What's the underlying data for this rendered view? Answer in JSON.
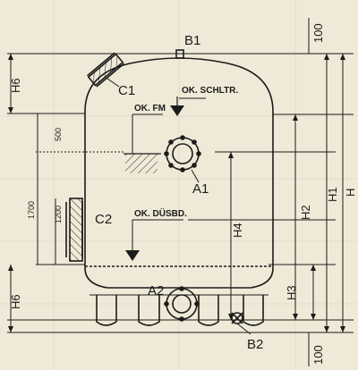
{
  "labels": {
    "b1": "B1",
    "b2": "B2",
    "c1": "C1",
    "c2": "C2",
    "a1": "A1",
    "a2": "A2",
    "ok_schltr": "OK. SCHLTR.",
    "ok_fm": "OK. FM",
    "ok_dusbd": "OK. DÜSBD."
  },
  "dimensions": {
    "h6_top": "H6",
    "h6_bottom": "H6",
    "d500": "500",
    "d1700": "1700",
    "d1200": "1200",
    "h4": "H4",
    "h2": "H2",
    "h1": "H1",
    "h": "H",
    "h3": "H3",
    "d100_top": "100",
    "d100_bottom": "100"
  },
  "colors": {
    "paper": "#efe9d7",
    "ink": "#1b1b1b",
    "grid": "#d9d2bf"
  }
}
